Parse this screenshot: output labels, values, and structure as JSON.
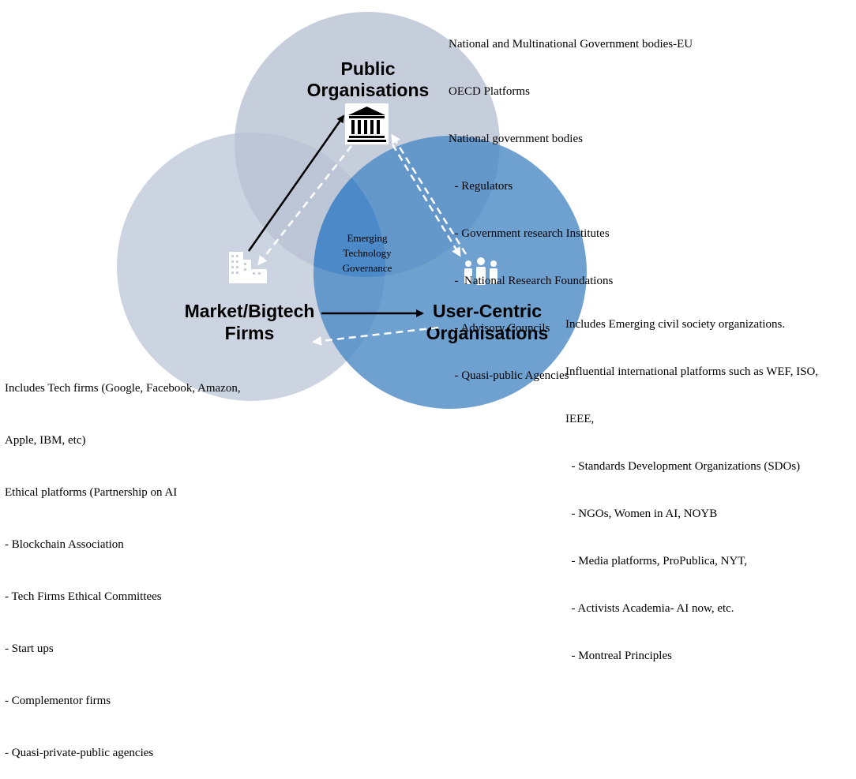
{
  "colors": {
    "public_circle": "#bcc5d6",
    "market_circle": "#bfc8d8",
    "user_circle": "#4f8cc6",
    "center_region": "#4b89c9",
    "arrow_solid": "#000000",
    "arrow_dashed": "#ffffff"
  },
  "diagram": {
    "public": {
      "title_line1": "Public",
      "title_line2": "Organisations",
      "icon": "government-building-icon"
    },
    "market": {
      "title_line1": "Market/Bigtech",
      "title_line2": "Firms",
      "icon": "office-buildings-icon"
    },
    "user": {
      "title_line1": "User-Centric",
      "title_line2": "Organisations",
      "icon": "people-group-icon"
    },
    "center": {
      "line1": "Emerging",
      "line2": "Technology",
      "line3": "Governance"
    }
  },
  "notes": {
    "public": [
      "National and Multinational Government bodies-EU",
      "OECD Platforms",
      "National government bodies",
      "  - Regulators",
      "  - Government research Institutes",
      "  -  National Research Foundations",
      "  - Advisory Councils",
      "  - Quasi-public Agencies"
    ],
    "user": [
      "Includes Emerging civil society organizations.",
      "Influential international platforms such as WEF, ISO,",
      "IEEE,",
      "  - Standards Development Organizations (SDOs)",
      "  - NGOs, Women in AI, NOYB",
      "  - Media platforms, ProPublica, NYT,",
      "  - Activists Academia- AI now, etc.",
      "  - Montreal Principles"
    ],
    "market": [
      "Includes Tech firms (Google, Facebook, Amazon,",
      "Apple, IBM, etc)",
      "Ethical platforms (Partnership on AI",
      "- Blockchain Association",
      "- Tech Firms Ethical Committees",
      "- Start ups",
      "- Complementor firms",
      "- Quasi-private-public agencies"
    ]
  }
}
